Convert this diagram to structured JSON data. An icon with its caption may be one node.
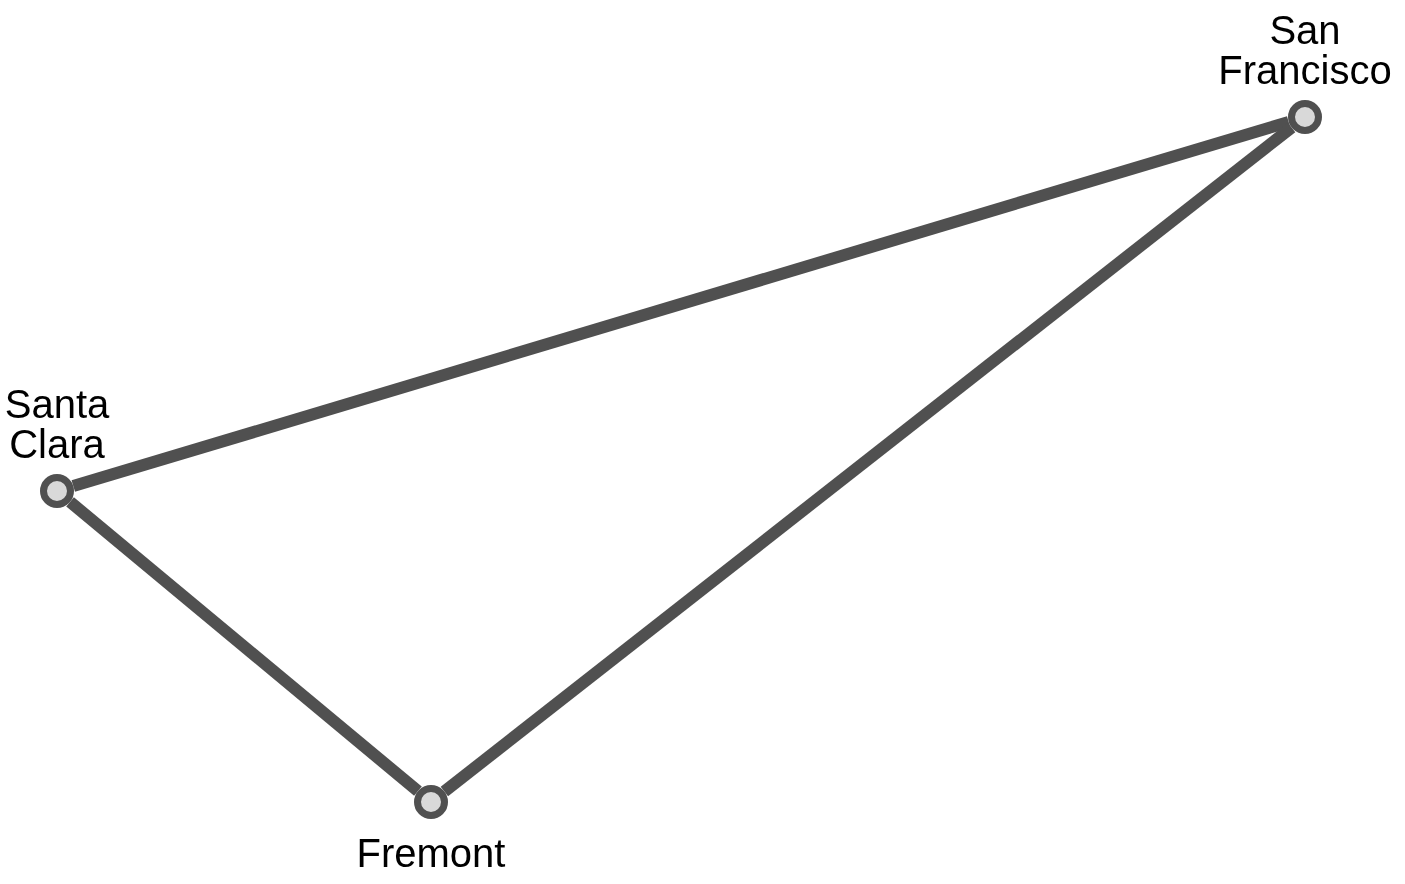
{
  "diagram": {
    "nodes": [
      {
        "text": [
          "San Francisco"
        ]
      },
      {
        "text": [
          "Santa Clara"
        ]
      },
      {
        "text": [
          "Fremont"
        ]
      }
    ],
    "edges": [
      {
        "from": 0,
        "to": 1,
        "arrow": "none"
      },
      {
        "from": 1,
        "to": 2,
        "arrow": "none"
      },
      {
        "from": 2,
        "to": 0,
        "arrow": "none"
      }
    ]
  }
}
